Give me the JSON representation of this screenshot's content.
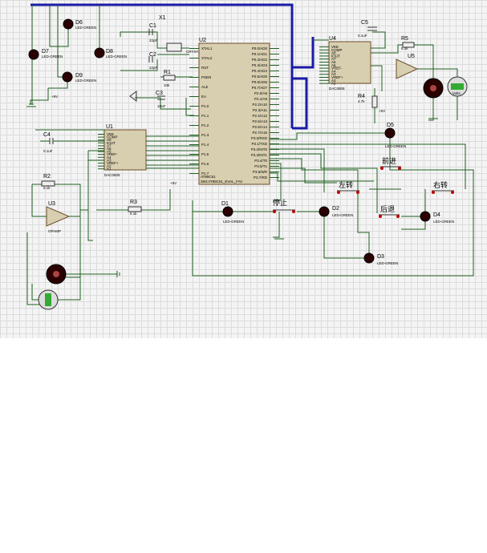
{
  "chips": {
    "u2": {
      "ref": "U2",
      "part": "AT89C51",
      "note": "<TEXT>",
      "sub": "SIM:AT89C51_EVAL_FAV"
    },
    "u1": {
      "ref": "U1",
      "part": "DAC0808"
    },
    "u4": {
      "ref": "U4",
      "part": "DAC0808"
    },
    "u3": {
      "ref": "U3",
      "part": "OPAMP"
    },
    "u5": {
      "ref": "U5"
    }
  },
  "u2_pins_left": [
    "XTAL1",
    "XTAL2",
    "RST",
    "PSEN",
    "ALE",
    "EA",
    "P1.0",
    "P1.1",
    "P1.2",
    "P1.3",
    "P1.4",
    "P1.5",
    "P1.6",
    "P1.7"
  ],
  "u2_pins_right": [
    "P0.0/AD0",
    "P0.1/AD1",
    "P0.2/AD2",
    "P0.3/AD3",
    "P0.4/AD4",
    "P0.5/AD5",
    "P0.6/AD6",
    "P0.7/AD7",
    "P2.0/A8",
    "P2.1/A9",
    "P2.2/A10",
    "P2.3/A11",
    "P2.4/A12",
    "P2.5/A13",
    "P2.6/A14",
    "P2.7/A15",
    "P3.0/RXD",
    "P3.1/TXD",
    "P3.2/INT0",
    "P3.3/INT1",
    "P3.4/T0",
    "P3.5/T1",
    "P3.6/WR",
    "P3.7/RD"
  ],
  "dac_pins": [
    "VEE",
    "COMP",
    "A8",
    "IOUT",
    "A7",
    "A6",
    "A5",
    "VREF-",
    "A4",
    "A3",
    "VREF+",
    "A2",
    "A1"
  ],
  "components": {
    "x1": "X1",
    "crystal": "CRYSTAL",
    "c1": "C1",
    "c1v": "22pF",
    "c2": "C2",
    "c2v": "22pF",
    "c3": "C3",
    "c3v": "10uF",
    "c4": "C4",
    "c4v": "0.1uF",
    "c5": "C5",
    "c5v": "0.1uF",
    "r1": "R1",
    "r1v": "10k",
    "r2": "R2",
    "r2v": "5.1k",
    "r3": "R3",
    "r3v": "5.1k",
    "r4": "R4",
    "r4v": "4.7k",
    "r5": "R5",
    "r5v": "5.1k",
    "vcc": "+5V"
  },
  "leds": {
    "d1": "D1",
    "d2": "D2",
    "d3": "D3",
    "d4": "D4",
    "d5": "D5",
    "d6": "D6",
    "d7": "D7",
    "d8": "D8",
    "d9": "D9",
    "type": "LED-GREEN"
  },
  "buttons": {
    "stop": "停止",
    "left": "左转",
    "forward": "前进",
    "backward": "后退",
    "right": "右转"
  },
  "meter": {
    "value": "0.00",
    "unit": "Volts"
  }
}
